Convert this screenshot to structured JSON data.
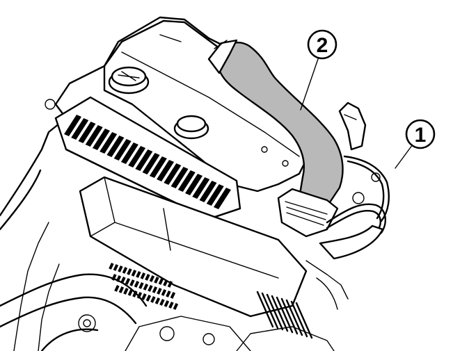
{
  "figure": {
    "callouts": [
      {
        "id": "callout-1",
        "label": "1"
      },
      {
        "id": "callout-2",
        "label": "2"
      }
    ],
    "colors": {
      "outline": "#000000",
      "highlight_hose": "#b9b9b9",
      "background": "#ffffff"
    }
  }
}
